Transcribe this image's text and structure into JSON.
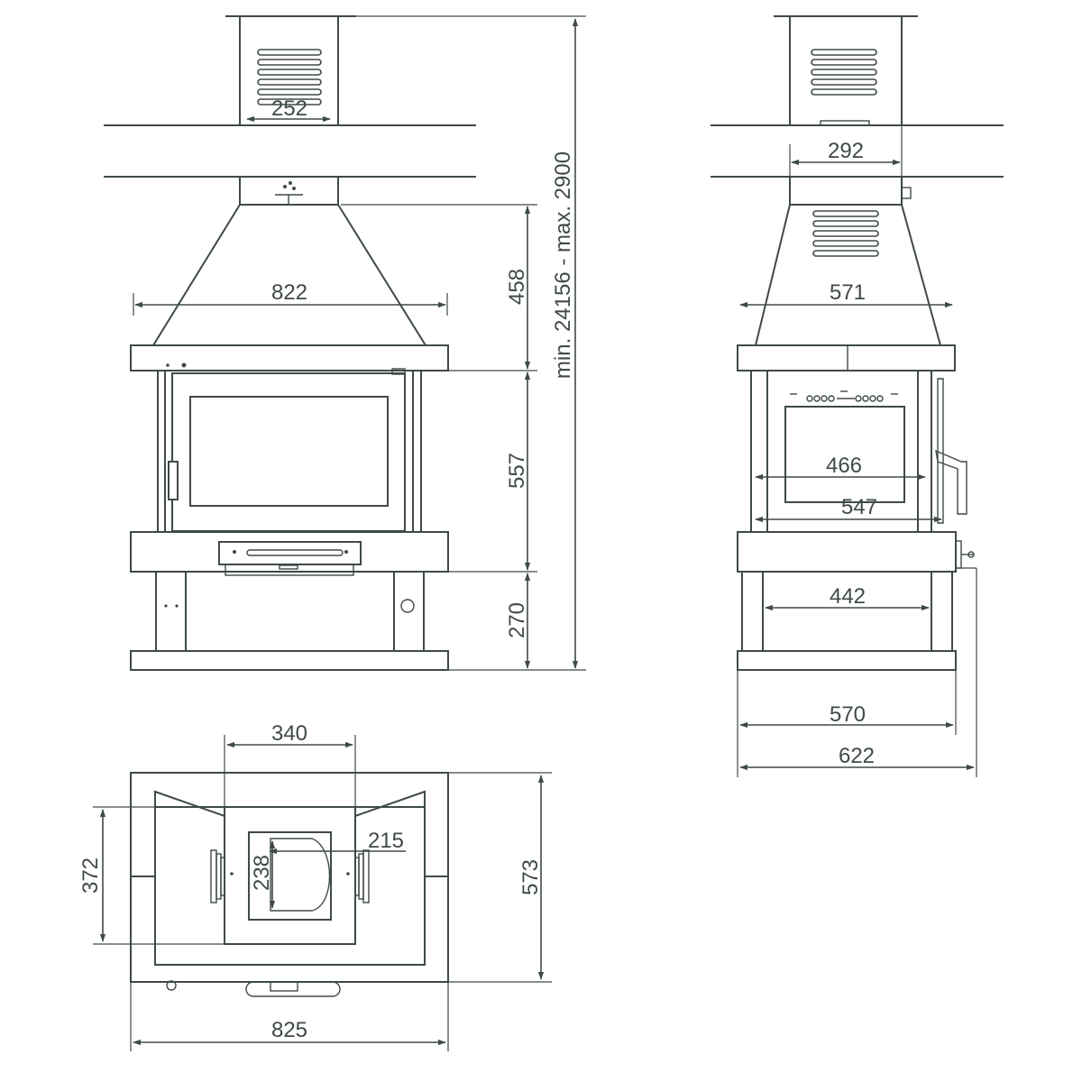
{
  "diagram": {
    "front_view": {
      "flue_width": "252",
      "hood_width": "822",
      "hood_height": "458",
      "firebox_height": "557",
      "base_height": "270",
      "total_height": "min. 24156 - max. 2900"
    },
    "side_view": {
      "flue_width": "292",
      "hood_width": "571",
      "glass_width": "466",
      "opening_width": "547",
      "leg_span": "442",
      "base_width": "570",
      "total_depth": "622"
    },
    "top_view": {
      "flue_outlet_width": "340",
      "collar_offset": "215",
      "collar_diameter": "238",
      "side_depth": "372",
      "overall_depth": "573",
      "overall_width": "825"
    }
  }
}
